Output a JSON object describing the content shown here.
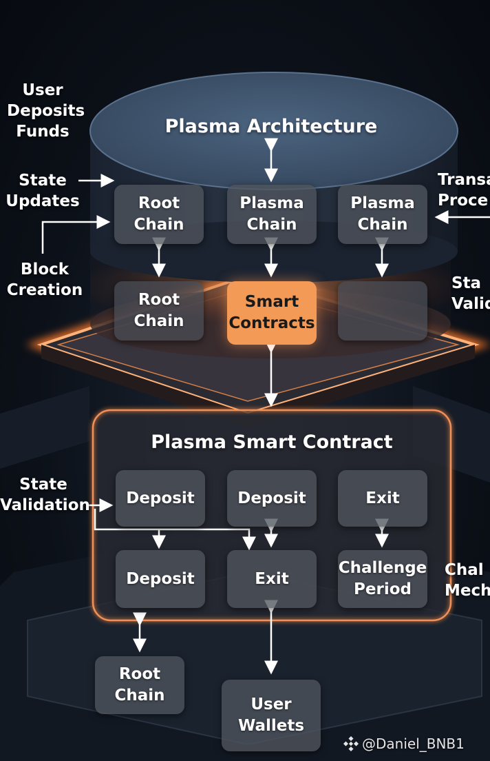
{
  "diagram": {
    "top_title": "Plasma Architecture",
    "contract_title": "Plasma Smart Contract",
    "upper_row": [
      "Root\nChain",
      "Plasma\nChain",
      "Plasma\nChain"
    ],
    "middle_row": [
      "Root\nChain",
      "Smart\nContracts",
      ""
    ],
    "contract_row1": [
      "Deposit",
      "Deposit",
      "Exit"
    ],
    "contract_row2": [
      "Deposit",
      "Exit",
      "Challenge\nPeriod"
    ],
    "bottom_left": "Root\nChain",
    "bottom_center": "User\nWallets"
  },
  "side_labels": {
    "user_deposits": "User\nDeposits\nFunds",
    "state_updates": "State\nUpdates",
    "block_creation": "Block\nCreation",
    "state_validation_left": "State\nValidation",
    "transaction_processing": "Transa\nProce",
    "state_validation_right": "Sta\nValid",
    "challenge_mechanism": "Chal\nMech"
  },
  "watermark": "@Daniel_BNB1",
  "colors": {
    "accent_orange": "#f39a57",
    "glow": "#ff8a3d",
    "box_gray": "#50545e"
  }
}
